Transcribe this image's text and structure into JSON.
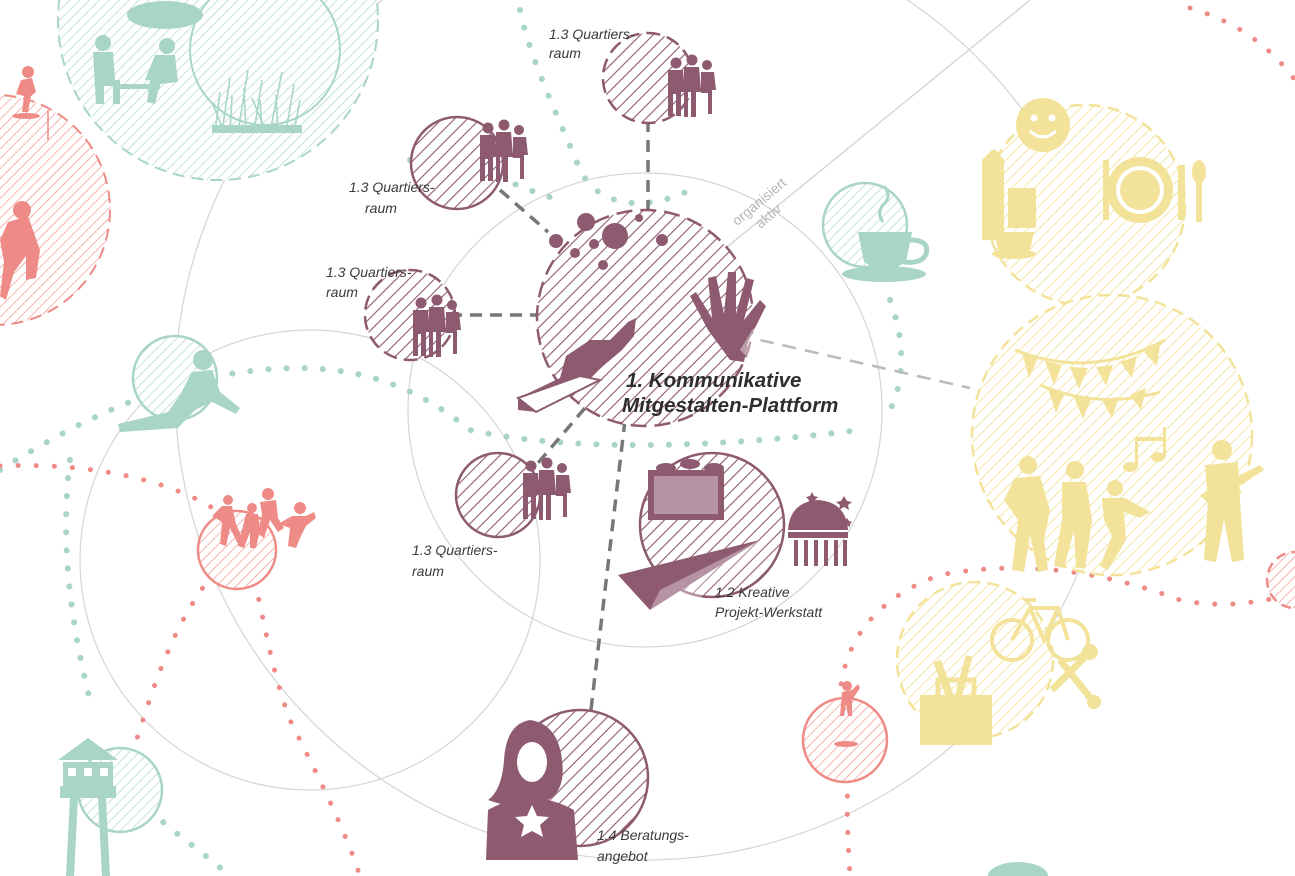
{
  "colors": {
    "plum": "#8e5a70",
    "mint": "#a8d5c6",
    "coral": "#ef8b86",
    "yellow": "#f3e39a",
    "grey": "#777777"
  },
  "center": {
    "line1": "1. Kommunikative",
    "line2": "Mitgestalten-Plattform"
  },
  "nodes": [
    {
      "line1": "1.3 Quartiers-",
      "line2": "raum"
    },
    {
      "line1": "1.3 Quartiers-",
      "line2": "raum"
    },
    {
      "line1": "1.3 Quartiers-",
      "line2": "raum"
    },
    {
      "line1": "1.3 Quartiers-",
      "line2": "raum"
    },
    {
      "line1": "1.2 Kreative",
      "line2": "Projekt-Werkstatt"
    },
    {
      "line1": "1.4 Beratungs-",
      "line2": "angebot"
    }
  ],
  "ring_label": {
    "line1": "organisiert",
    "line2": "aktiv"
  },
  "icons": [
    "hands-icon",
    "paper-plane-icon",
    "lego-brick-icon",
    "planetarium-icon",
    "woman-star-icon",
    "people-at-table-icon",
    "teacup-icon",
    "smiley-icon",
    "plate-cutlery-icon",
    "bunting-icon",
    "music-notes-icon",
    "dancers-icon",
    "bicycle-icon",
    "toolbox-icon",
    "watchtower-icon",
    "climber-icon",
    "runners-icon",
    "park-bench-icon",
    "grass-icon"
  ]
}
